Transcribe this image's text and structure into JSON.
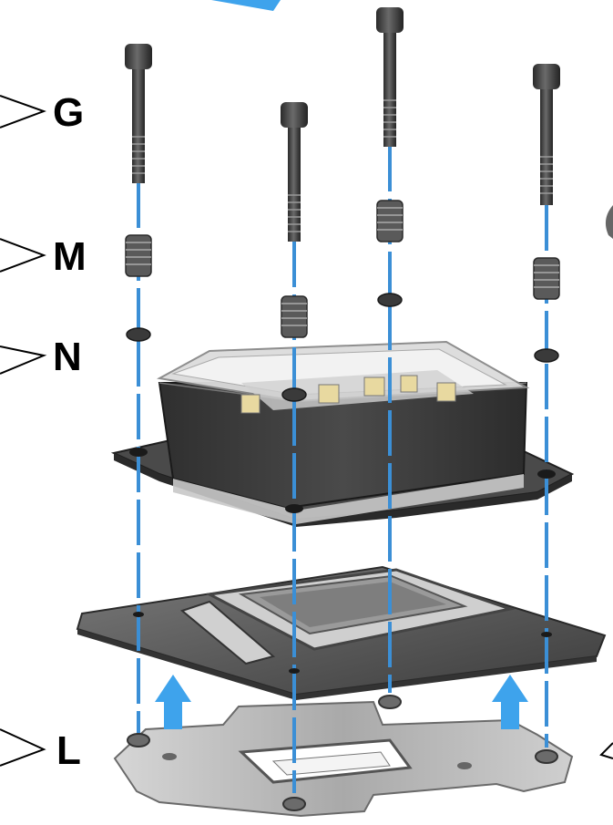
{
  "callouts": [
    {
      "id": "G",
      "label": "G"
    },
    {
      "id": "M",
      "label": "M"
    },
    {
      "id": "N",
      "label": "N"
    },
    {
      "id": "L",
      "label": "L"
    }
  ],
  "colors": {
    "guide_line": "#3b8fd6",
    "arrow": "#3ea3ec",
    "screw": "#3d3d3d",
    "spring": "#555555",
    "plate_dark": "#4a4a4a",
    "backplate": "#bcbcbc",
    "block_body": "#3a3a3a"
  },
  "icons": [
    "screw-icon",
    "spring-icon",
    "washer-icon",
    "up-arrow-icon"
  ]
}
